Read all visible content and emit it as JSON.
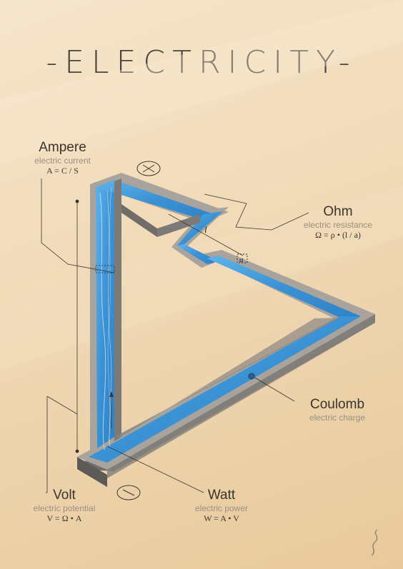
{
  "title": "-ELECTRICITY-",
  "labels": {
    "ampere": {
      "name": "Ampere",
      "sub": "electric current",
      "formula": "A = C / S"
    },
    "ohm": {
      "name": "Ohm",
      "sub": "electric resistance",
      "formula": "Ω = ρ • (l / a)"
    },
    "coulomb": {
      "name": "Coulomb",
      "sub": "electric charge"
    },
    "volt": {
      "name": "Volt",
      "sub": "electric potential",
      "formula": "V = Ω • A"
    },
    "watt": {
      "name": "Watt",
      "sub": "electric power",
      "formula": "W = A • V"
    }
  },
  "glyphs": {
    "length": "l",
    "area": "a"
  },
  "colors": {
    "water": "#3e96d6",
    "wall_top": "#a8a39c",
    "wall_side": "#6f6c69",
    "accent_line": "#3a3530"
  },
  "icons": {
    "negative": "circle-x-icon",
    "positive": "circle-minus-icon",
    "signature": "signature-icon"
  }
}
